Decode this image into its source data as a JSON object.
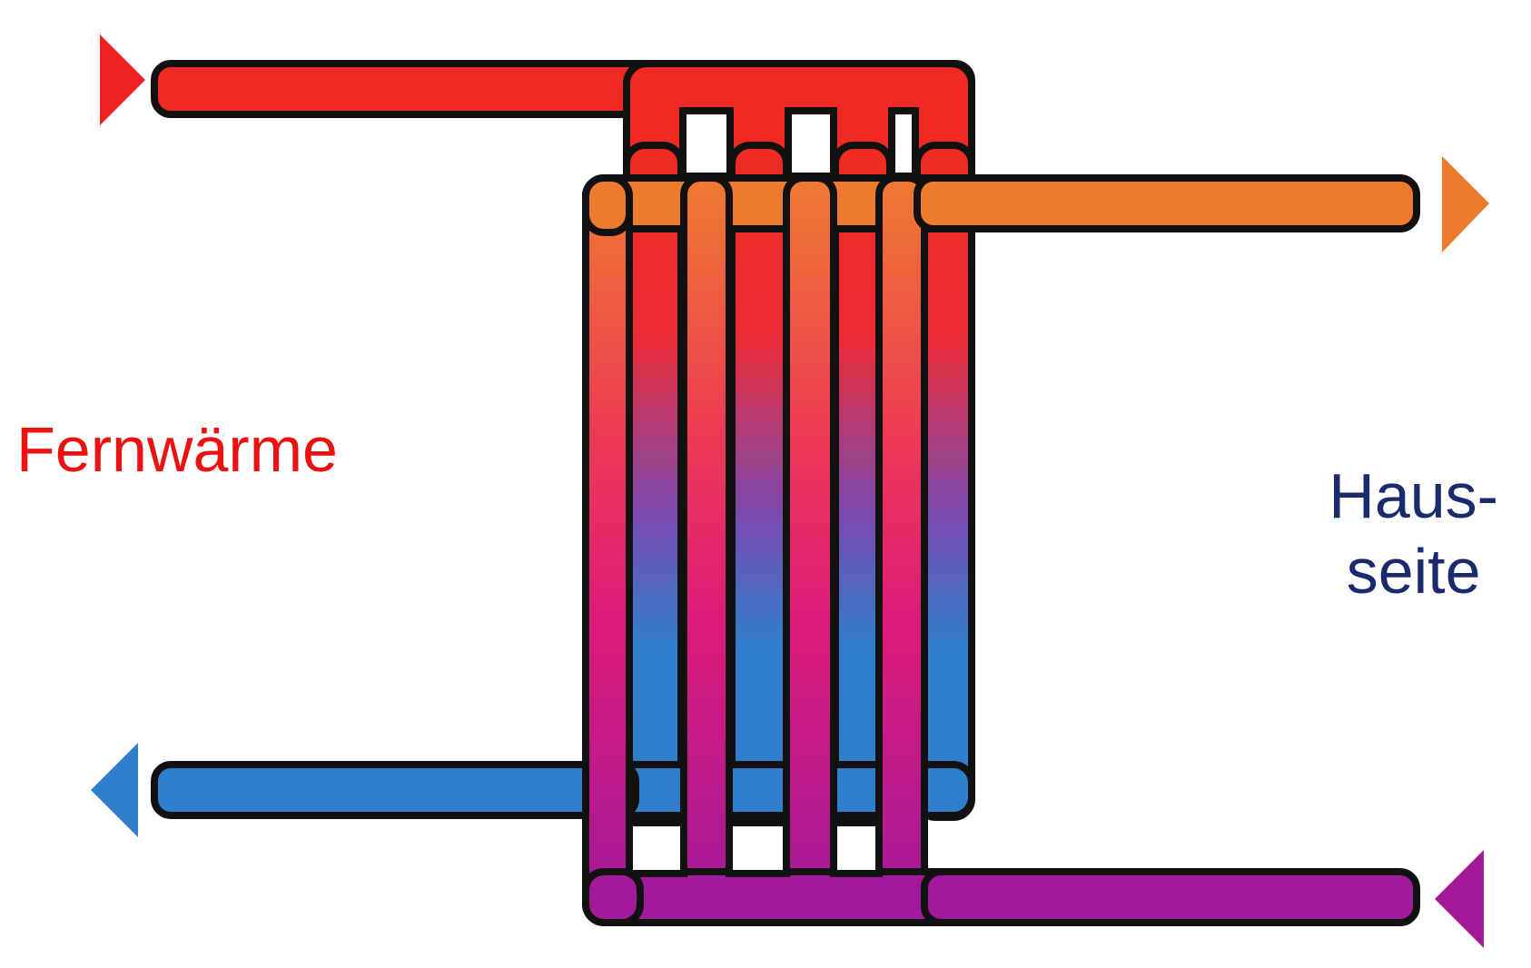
{
  "labels": {
    "district_heating": "Fernwärme",
    "house_side_line1": "Haus-",
    "house_side_line2": "seite"
  },
  "colors": {
    "district_heating_label": "#ee1111",
    "house_side_label": "#1a2a6c",
    "hot_supply": "#ee2a22",
    "warm_output": "#ee7a30",
    "cold_return": "#2f7fcc",
    "return_purple": "#a01a9a",
    "outline": "#111111"
  },
  "icons": {
    "district_heating_inlet": "arrow-right-icon",
    "house_side_outlet": "arrow-right-icon",
    "district_heating_outlet": "arrow-left-icon",
    "house_side_inlet": "arrow-left-icon"
  }
}
